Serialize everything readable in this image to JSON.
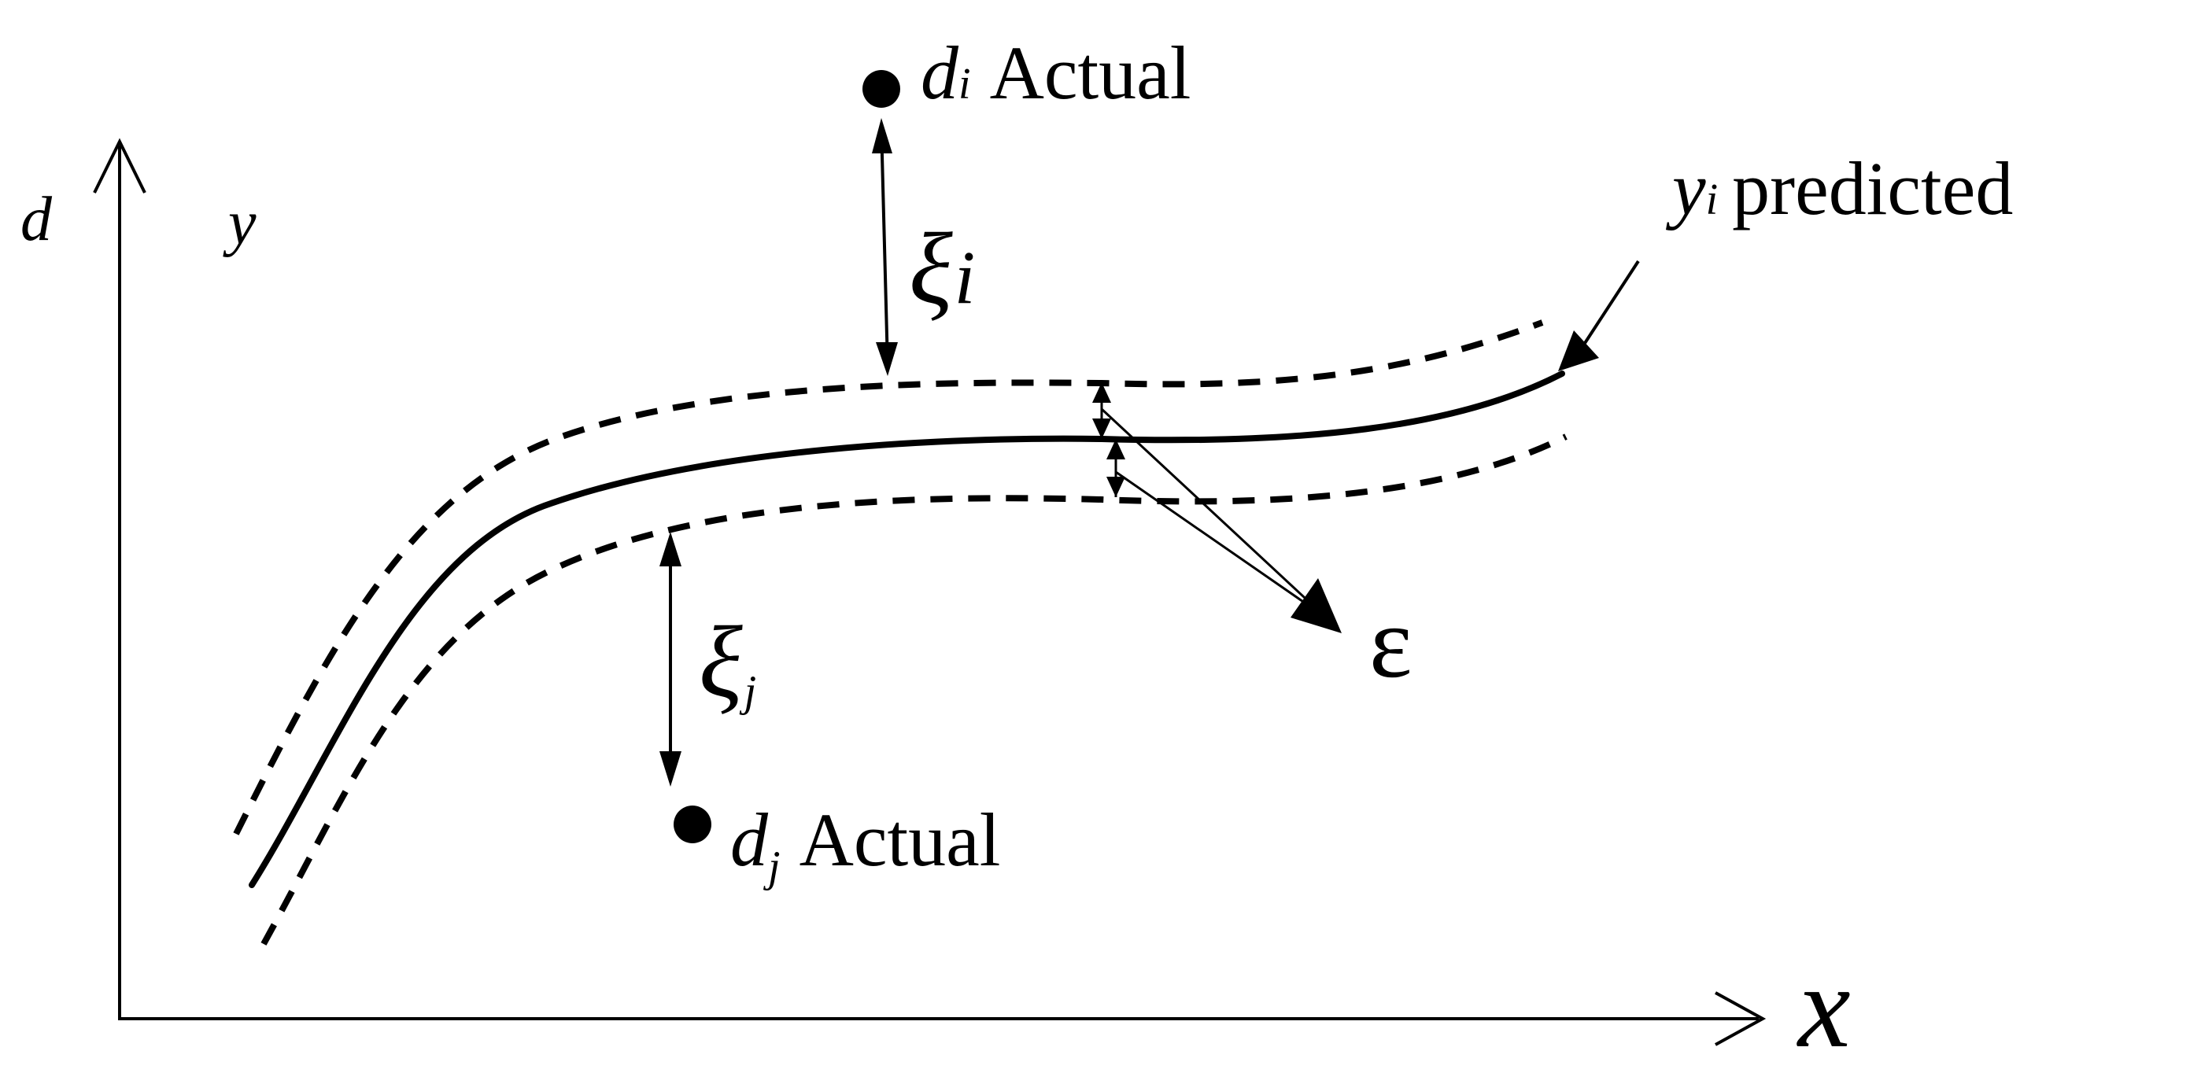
{
  "diagram": {
    "axes": {
      "vertical_label_d": "d",
      "vertical_label_y": "y",
      "horizontal_label": "x"
    },
    "point_i": {
      "symbol": "d",
      "subscript": "i",
      "label": "Actual"
    },
    "point_j": {
      "symbol": "d",
      "subscript": "j",
      "label": "Actual"
    },
    "slack_i": {
      "symbol": "ξ",
      "subscript": "i"
    },
    "slack_j": {
      "symbol": "ξ",
      "subscript": "j"
    },
    "prediction": {
      "symbol": "y",
      "subscript": "i",
      "label": "predicted"
    },
    "epsilon": {
      "symbol": "ε"
    }
  }
}
